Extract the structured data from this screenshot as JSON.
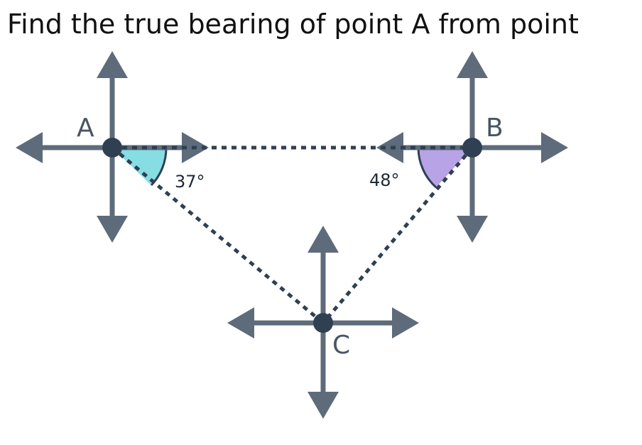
{
  "question": "Find the true bearing of point A from point",
  "points": {
    "A": "A",
    "B": "B",
    "C": "C"
  },
  "angles": {
    "at_A": "37°",
    "at_B": "48°"
  },
  "colors": {
    "axis": "#5e6b7a",
    "dot": "#2f4053",
    "dotted_line": "#2f4053",
    "angle_A_fill": "#86dde4",
    "angle_B_fill": "#b7a3e6",
    "arc_stroke": "#2f4053"
  }
}
